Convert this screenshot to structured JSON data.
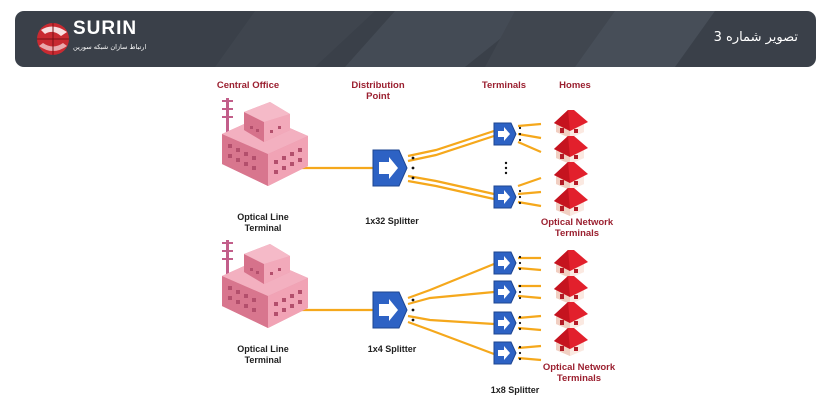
{
  "header": {
    "brand": "SURIN",
    "brand_tagline": "ارتباط سازان شبکه سورین",
    "title": "تصویر شماره 3"
  },
  "diagram": {
    "column_headers": {
      "central_office": "Central Office",
      "distribution_point_line1": "Distribution",
      "distribution_point_line2": "Point",
      "terminals": "Terminals",
      "homes": "Homes"
    },
    "top": {
      "olt_label_line1": "Optical Line",
      "olt_label_line2": "Terminal",
      "splitter_label": "1x32 Splitter",
      "ont_label_line1": "Optical Network",
      "ont_label_line2": "Terminals"
    },
    "bottom": {
      "olt_label_line1": "Optical Line",
      "olt_label_line2": "Terminal",
      "splitter_label": "1x4 Splitter",
      "terminal_splitter_label": "1x8 Splitter",
      "ont_label_line1": "Optical Network",
      "ont_label_line2": "Terminals"
    },
    "colors": {
      "fiber": "#f5a81c",
      "splitter": "#2d62c4",
      "house_roof": "#e2202c",
      "label_red": "#9b2030"
    }
  }
}
